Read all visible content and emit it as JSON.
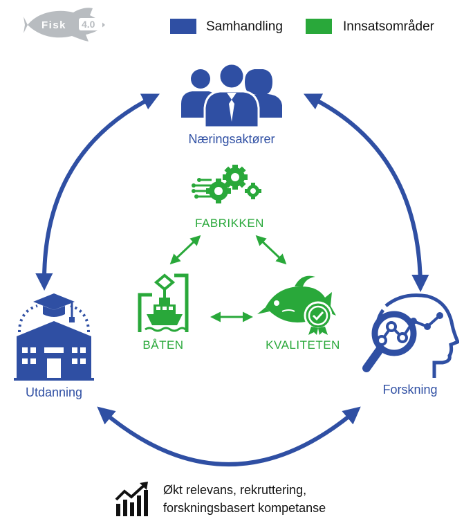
{
  "logo": {
    "text_fisk": "Fisk",
    "text_version": "4.0"
  },
  "legend": [
    {
      "label": "Samhandling",
      "color": "#2f4fa3"
    },
    {
      "label": "Innsatsområder",
      "color": "#29a83a"
    }
  ],
  "nodes": {
    "naeringsaktorer": {
      "label": "Næringsaktører",
      "icon": "people-group-icon"
    },
    "utdanning": {
      "label": "Utdanning",
      "icon": "school-building-icon"
    },
    "forskning": {
      "label": "Forskning",
      "icon": "head-analysis-icon"
    },
    "fabrikken": {
      "label": "FABRIKKEN",
      "icon": "gears-circuit-icon"
    },
    "baten": {
      "label": "BÅTEN",
      "icon": "boat-crane-icon"
    },
    "kvaliteten": {
      "label": "KVALITETEN",
      "icon": "fish-quality-badge-icon"
    }
  },
  "footer": {
    "line1": "Økt relevans, rekruttering,",
    "line2": "forskningsbasert kompetanse",
    "icon": "bar-chart-growth-icon"
  },
  "colors": {
    "blue": "#2f4fa3",
    "green": "#29a83a",
    "logo_grey": "#b8bcc0"
  }
}
